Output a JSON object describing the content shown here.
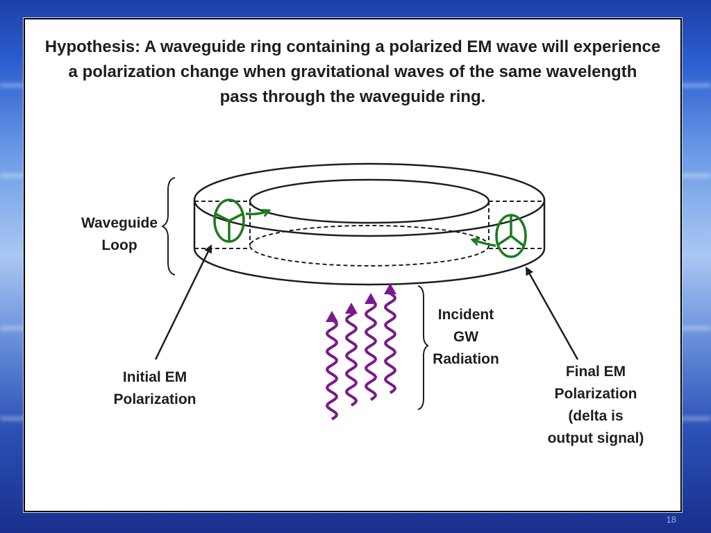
{
  "title": {
    "line1": "Hypothesis: A waveguide ring containing a polarized EM wave will experience",
    "line2": "a polarization change when gravitational waves of the same wavelength",
    "line3": "pass through the waveguide ring."
  },
  "labels": {
    "waveguide": [
      "Waveguide",
      "Loop"
    ],
    "initial": [
      "Initial EM",
      "Polarization"
    ],
    "incident": [
      "Incident",
      "GW",
      "Radiation"
    ],
    "final": [
      "Final EM",
      "Polarization",
      "(delta is",
      "output signal)"
    ]
  },
  "slide_number": "18",
  "colors": {
    "polarization": "#1e7a1e",
    "gw_wave": "#7a1a8a",
    "line": "#1e1e1e"
  }
}
